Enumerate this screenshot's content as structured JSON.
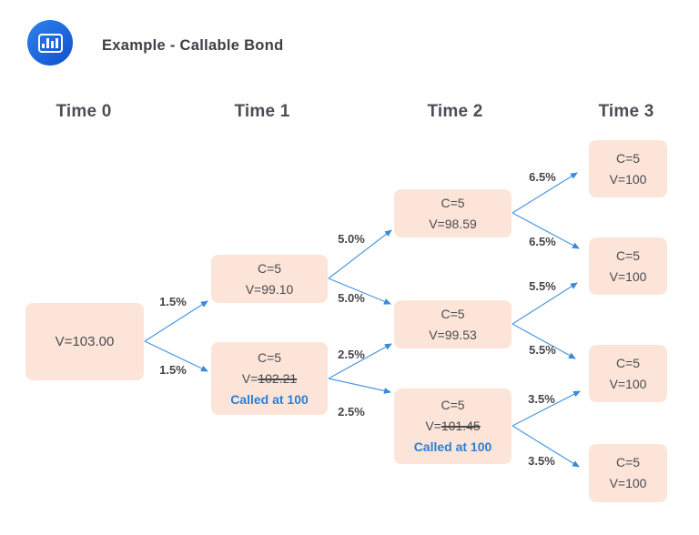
{
  "header": {
    "title": "Example - Callable Bond",
    "logo_icon": "bar-chart-icon"
  },
  "columns": [
    "Time 0",
    "Time 1",
    "Time 2",
    "Time 3"
  ],
  "nodes": {
    "t0": {
      "value_prefix": "V=",
      "value": "103.00"
    },
    "t1_up": {
      "coupon": "C=5",
      "value_prefix": "V=",
      "value": "99.10"
    },
    "t1_dn": {
      "coupon": "C=5",
      "value_prefix": "V=",
      "value": "102.21",
      "value_struck": true,
      "called": "Called at 100"
    },
    "t2_up": {
      "coupon": "C=5",
      "value_prefix": "V=",
      "value": "98.59"
    },
    "t2_mid": {
      "coupon": "C=5",
      "value_prefix": "V=",
      "value": "99.53"
    },
    "t2_dn": {
      "coupon": "C=5",
      "value_prefix": "V=",
      "value": "101.45",
      "value_struck": true,
      "called": "Called at 100"
    },
    "t3_1": {
      "coupon": "C=5",
      "value_prefix": "V=",
      "value": "100"
    },
    "t3_2": {
      "coupon": "C=5",
      "value_prefix": "V=",
      "value": "100"
    },
    "t3_3": {
      "coupon": "C=5",
      "value_prefix": "V=",
      "value": "100"
    },
    "t3_4": {
      "coupon": "C=5",
      "value_prefix": "V=",
      "value": "100"
    }
  },
  "edges": [
    {
      "from": "t0",
      "to": "t1_up",
      "rate": "1.5%"
    },
    {
      "from": "t0",
      "to": "t1_dn",
      "rate": "1.5%"
    },
    {
      "from": "t1_up",
      "to": "t2_up",
      "rate": "5.0%"
    },
    {
      "from": "t1_up",
      "to": "t2_mid",
      "rate": "5.0%"
    },
    {
      "from": "t1_dn",
      "to": "t2_mid",
      "rate": "2.5%"
    },
    {
      "from": "t1_dn",
      "to": "t2_dn",
      "rate": "2.5%"
    },
    {
      "from": "t2_up",
      "to": "t3_1",
      "rate": "6.5%"
    },
    {
      "from": "t2_up",
      "to": "t3_2",
      "rate": "6.5%"
    },
    {
      "from": "t2_mid",
      "to": "t3_2",
      "rate": "5.5%"
    },
    {
      "from": "t2_mid",
      "to": "t3_3",
      "rate": "5.5%"
    },
    {
      "from": "t2_dn",
      "to": "t3_3",
      "rate": "3.5%"
    },
    {
      "from": "t2_dn",
      "to": "t3_4",
      "rate": "3.5%"
    }
  ],
  "colors": {
    "node_bg": "#fce5d8",
    "arrow": "#4a97e0",
    "called_text": "#2b7fd6",
    "body_text": "#4a4a50",
    "logo_blue": "#1e66dd"
  }
}
